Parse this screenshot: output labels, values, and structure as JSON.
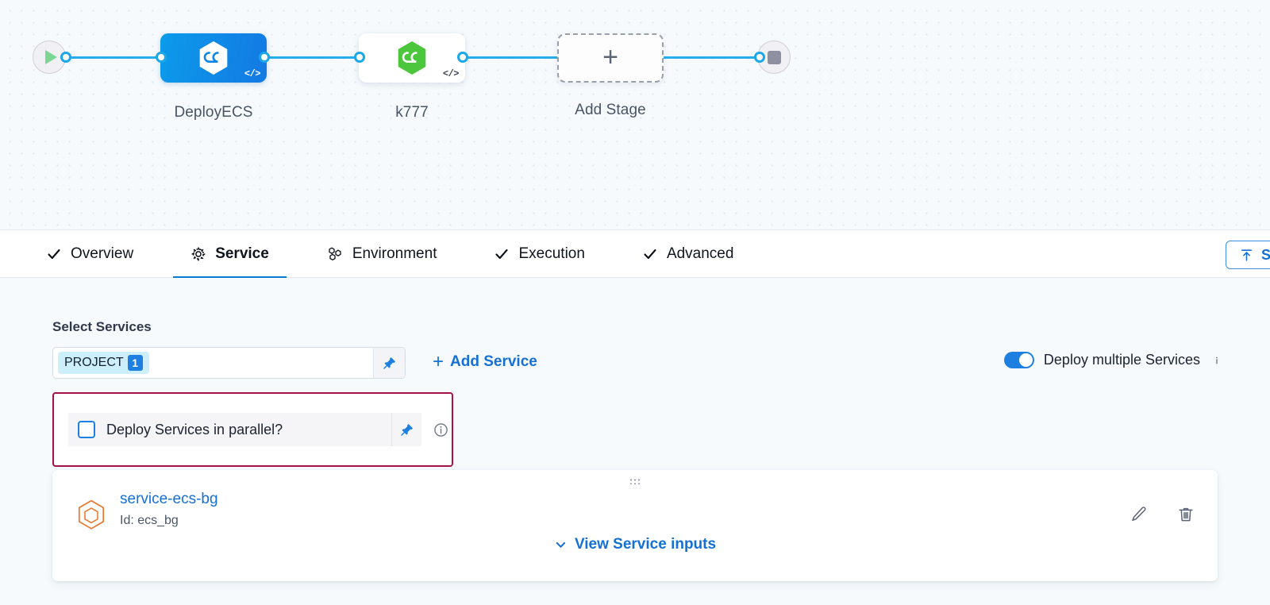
{
  "pipeline": {
    "start_node": "start-play",
    "end_node": "end-stop",
    "stages": [
      {
        "label": "DeployECS",
        "type": "deployment",
        "icon": "harness-hexagon-blue",
        "code_badge": "</>",
        "selected": true
      },
      {
        "label": "k777",
        "type": "deployment",
        "icon": "harness-hexagon-green",
        "code_badge": "</>",
        "selected": false
      }
    ],
    "add_stage": {
      "label": "Add Stage",
      "icon": "plus-icon"
    }
  },
  "tabs": [
    {
      "label": "Overview",
      "icon": "check-icon",
      "active": false
    },
    {
      "label": "Service",
      "icon": "gear-icon",
      "active": true
    },
    {
      "label": "Environment",
      "icon": "hexagon-cluster-icon",
      "active": false
    },
    {
      "label": "Execution",
      "icon": "check-icon",
      "active": false
    },
    {
      "label": "Advanced",
      "icon": "check-icon",
      "active": false
    }
  ],
  "toolbar": {
    "save_template_label": "S",
    "save_template_icon": "save-as-template-icon"
  },
  "service_section": {
    "title": "Select Services",
    "select_field": {
      "chip_label": "PROJECT",
      "chip_count": "1",
      "pin_icon": "pin-icon"
    },
    "add_service_label": "Add Service",
    "add_service_icon": "plus-icon",
    "deploy_multiple": {
      "label": "Deploy multiple Services",
      "enabled": true,
      "info_icon": "info-icon"
    },
    "parallel_row": {
      "label": "Deploy Services in parallel?",
      "checked": false,
      "pin_icon": "pin-icon",
      "info_icon": "info-icon",
      "highlight_color": "#a3124b"
    },
    "service_card": {
      "drag_handle": "drag-handle-icon",
      "icon": "service-hexagon-icon",
      "name": "service-ecs-bg",
      "id_text": "Id: ecs_bg",
      "view_inputs_label": "View Service inputs",
      "view_inputs_icon": "chevron-down-icon",
      "edit_icon": "pencil-icon",
      "delete_icon": "trash-icon"
    }
  },
  "colors": {
    "accent_blue": "#1570d6",
    "edge_blue": "#26aeeb",
    "highlight_maroon": "#a3124b",
    "chip_bg": "#cdeffb",
    "canvas_bg": "#f6fafd"
  }
}
